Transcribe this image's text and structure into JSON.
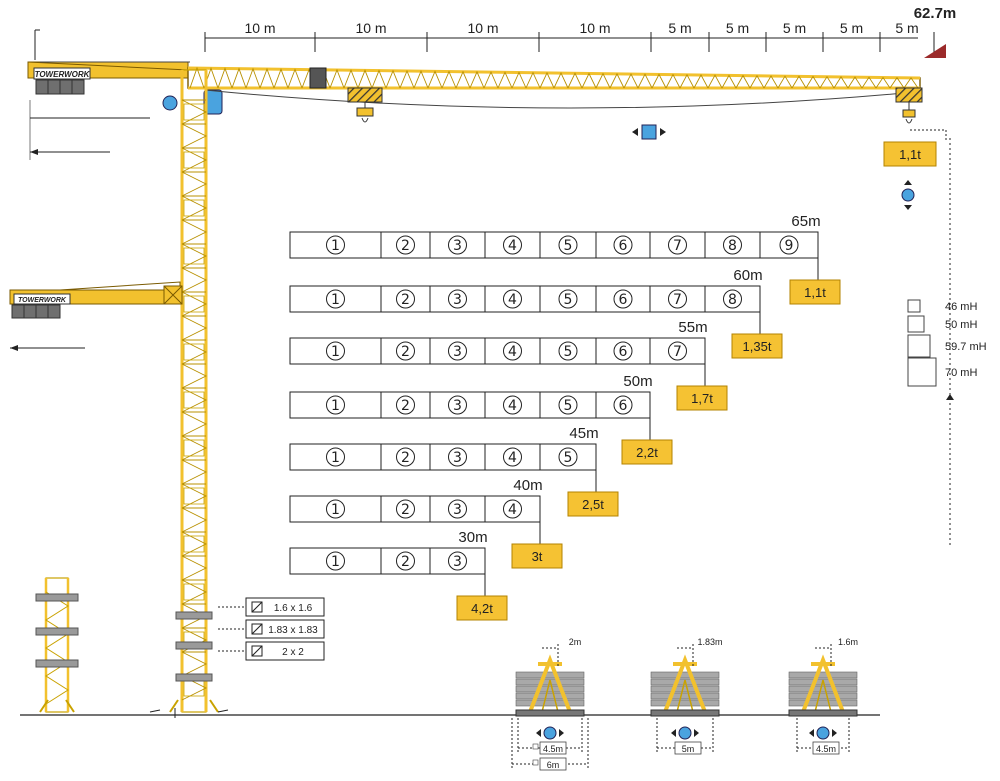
{
  "colors": {
    "crane_yellow": "#f2c12e",
    "crane_stroke": "#7a5a00",
    "load_box": "#f5c233",
    "load_box_stroke": "#b38300",
    "line": "#222222",
    "mast_base": "#9a9a9a",
    "blue_icon": "#4aa3df",
    "counterweight": "#6f6f6f",
    "triangle_mark": "#9b2a2a"
  },
  "jib_dimensions": {
    "segments": [
      "10 m",
      "10 m",
      "10 m",
      "10 m",
      "5 m",
      "5 m",
      "5 m",
      "5 m",
      "5 m"
    ],
    "total": "62.7m"
  },
  "brand": "TOWERWORK",
  "tip_load": "1,1t",
  "jib_configs": [
    {
      "length": "65m",
      "sections": [
        "1",
        "2",
        "3",
        "4",
        "5",
        "6",
        "7",
        "8",
        "9"
      ],
      "load": "1,1t"
    },
    {
      "length": "60m",
      "sections": [
        "1",
        "2",
        "3",
        "4",
        "5",
        "6",
        "7",
        "8"
      ],
      "load": "1,35t"
    },
    {
      "length": "55m",
      "sections": [
        "1",
        "2",
        "3",
        "4",
        "5",
        "6",
        "7"
      ],
      "load": "1,7t"
    },
    {
      "length": "50m",
      "sections": [
        "1",
        "2",
        "3",
        "4",
        "5",
        "6"
      ],
      "load": "2,2t"
    },
    {
      "length": "45m",
      "sections": [
        "1",
        "2",
        "3",
        "4",
        "5"
      ],
      "load": "2,5t"
    },
    {
      "length": "40m",
      "sections": [
        "1",
        "2",
        "3",
        "4"
      ],
      "load": "3t"
    },
    {
      "length": "30m",
      "sections": [
        "1",
        "2",
        "3"
      ],
      "load": "4,2t"
    }
  ],
  "heights": [
    "46 mH",
    "50 mH",
    "59.7 mH",
    "70 mH"
  ],
  "mast_sections": [
    "1.6 x 1.6",
    "1.83 x 1.83",
    "2 x 2"
  ],
  "bases": [
    {
      "width": "2m",
      "spans": [
        "4.5m",
        "6m"
      ]
    },
    {
      "width": "1.83m",
      "spans": [
        "5m"
      ]
    },
    {
      "width": "1.6m",
      "spans": [
        "4.5m"
      ]
    }
  ]
}
